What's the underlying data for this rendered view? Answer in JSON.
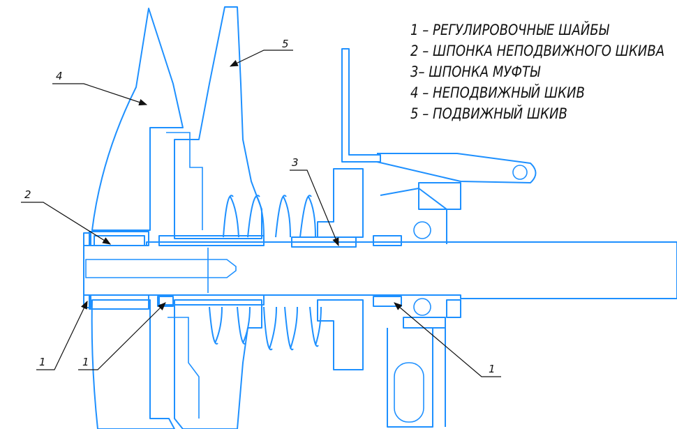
{
  "legend": {
    "items": [
      "1 – РЕГУЛИРОВОЧНЫЕ ШАЙБЫ",
      "2 – ШПОНКА НЕПОДВИЖНОГО ШКИВА",
      "3– ШПОНКА МУФТЫ",
      "4 – НЕПОДВИЖНЫЙ ШКИВ",
      "5 – ПОДВИЖНЫЙ ШКИВ"
    ]
  },
  "callouts": {
    "fixed_pulley": "4",
    "movable_pulley": "5",
    "fixed_pulley_key": "2",
    "clutch_key": "3",
    "shim_left_a": "1",
    "shim_left_b": "1",
    "shim_right": "1"
  },
  "colors": {
    "outline": "#1e90ff",
    "leader": "#111111",
    "hatch": "#555555"
  }
}
